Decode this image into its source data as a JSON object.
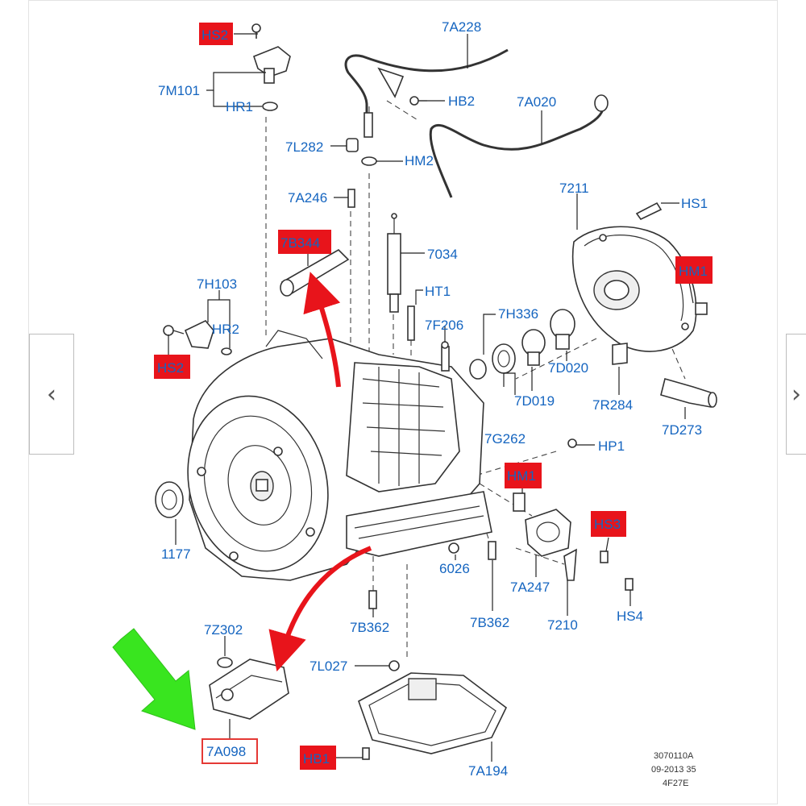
{
  "labels": {
    "7A228": "7A228",
    "7M101": "7M101",
    "HR1": "HR1",
    "HB2": "HB2",
    "7A020": "7A020",
    "7L282": "7L282",
    "HM2": "HM2",
    "7A246": "7A246",
    "7211": "7211",
    "HS1": "HS1",
    "7B344": "7B344",
    "7034": "7034",
    "HM1_top": "HM1",
    "7H103": "7H103",
    "HT1": "HT1",
    "7H336": "7H336",
    "HR2": "HR2",
    "7F206": "7F206",
    "HS2_left": "HS2",
    "HS2_top": "HS2",
    "7D020": "7D020",
    "7D019": "7D019",
    "7R284": "7R284",
    "7G262": "7G262",
    "7D273": "7D273",
    "HP1": "HP1",
    "HM1_mid": "HM1",
    "1177": "1177",
    "HS3": "HS3",
    "6026": "6026",
    "7A247": "7A247",
    "7B362_left": "7B362",
    "7B362_right": "7B362",
    "7210": "7210",
    "HS4": "HS4",
    "7Z302": "7Z302",
    "7L027": "7L027",
    "7A098": "7A098",
    "HB1": "HB1",
    "7A194": "7A194"
  },
  "footer": {
    "line1": "3070110A",
    "line2": "09-2013 35",
    "line3": "4F27E"
  },
  "nav": {
    "prev": "‹",
    "next": "›"
  },
  "colors": {
    "label_text": "#1565c0",
    "highlight_fill": "#e8141b",
    "highlight_box": "#e53935",
    "pointer_arrow": "#e8141b",
    "callout_arrow": "#39e51f"
  }
}
